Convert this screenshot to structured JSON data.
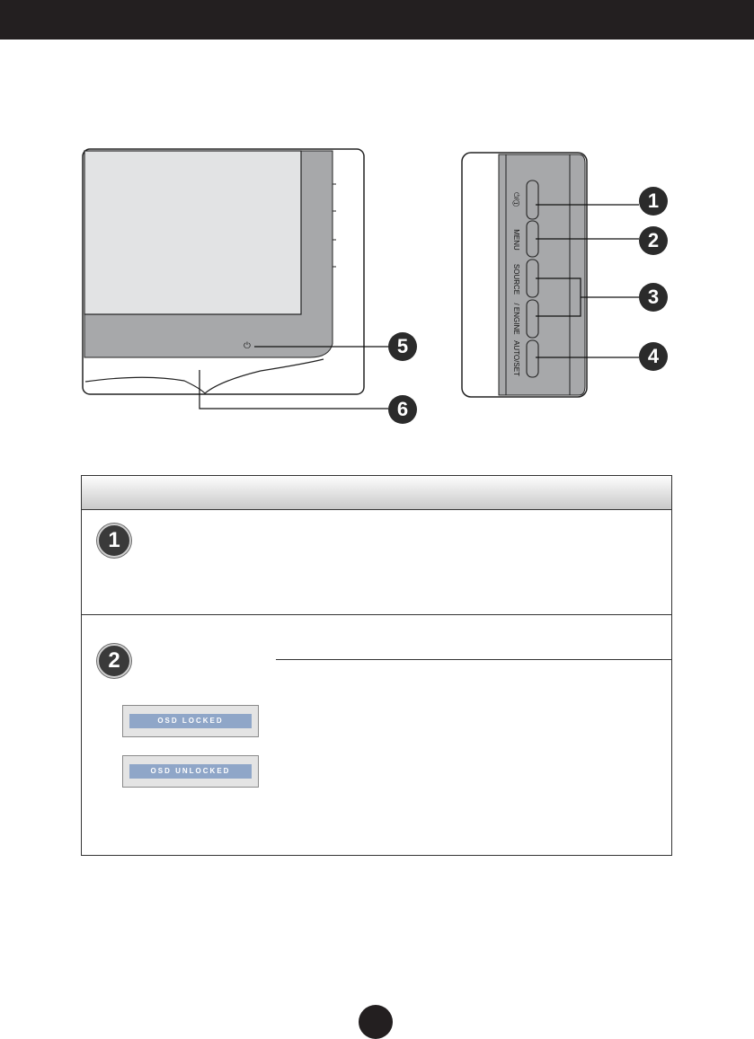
{
  "front_view": {
    "power_symbol": "⏻"
  },
  "side_view": {
    "buttons": [
      {
        "label": "⏻/Ⓘ"
      },
      {
        "label": "MENU"
      },
      {
        "label": "SOURCE"
      },
      {
        "label": "/ ENGINE"
      },
      {
        "label": "AUTO/SET"
      }
    ]
  },
  "callouts": [
    "1",
    "2",
    "3",
    "4",
    "5",
    "6"
  ],
  "table": {
    "rows": [
      {
        "badge": "1"
      },
      {
        "badge": "2"
      }
    ]
  },
  "osd": {
    "locked": "OSD LOCKED",
    "unlocked": "OSD UNLOCKED"
  }
}
